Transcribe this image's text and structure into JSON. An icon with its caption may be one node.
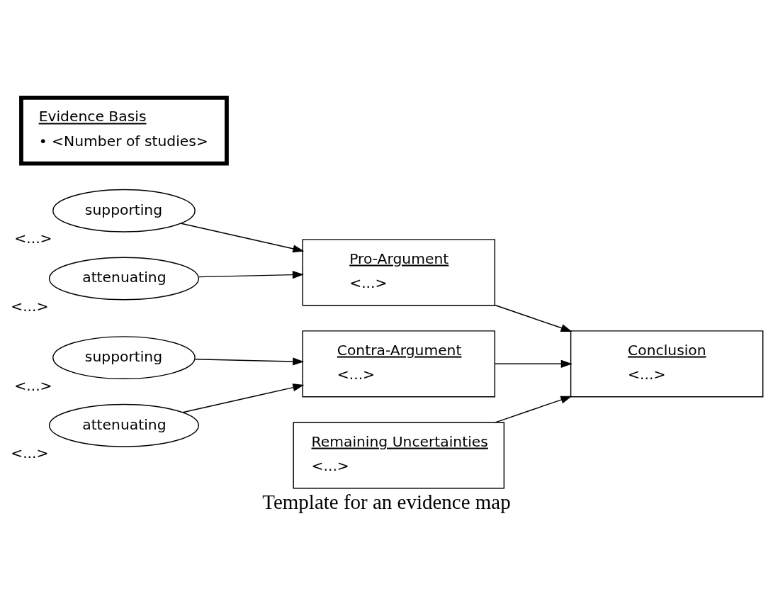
{
  "diagram": {
    "caption": "Template for an evidence map",
    "nodes": [
      {
        "text": [
          "supporting"
        ],
        "beside": [
          "<...>"
        ]
      },
      {
        "text": [
          "Pro-Argument",
          "<...>"
        ]
      },
      {
        "text": [
          "attenuating"
        ],
        "beside": [
          "<...>"
        ]
      },
      {
        "text": [
          "supporting"
        ],
        "beside": [
          "<...>"
        ]
      },
      {
        "text": [
          "Contra-Argument",
          "<...>"
        ]
      },
      {
        "text": [
          "attenuating"
        ],
        "beside": [
          "<...>"
        ]
      },
      {
        "text": [
          "Conclusion",
          "<...>"
        ]
      },
      {
        "text": [
          "Remaining Uncertainties",
          "<...>"
        ]
      },
      {
        "text": [
          "Evidence Basis",
          "• <Number of studies>"
        ]
      }
    ],
    "edges": [
      {
        "from": 0,
        "to": 1,
        "arrow": "to"
      },
      {
        "from": 2,
        "to": 1,
        "arrow": "to"
      },
      {
        "from": 3,
        "to": 4,
        "arrow": "to"
      },
      {
        "from": 5,
        "to": 4,
        "arrow": "to"
      },
      {
        "from": 1,
        "to": 6,
        "arrow": "to"
      },
      {
        "from": 4,
        "to": 6,
        "arrow": "to"
      },
      {
        "from": 7,
        "to": 6,
        "arrow": "to"
      }
    ]
  }
}
